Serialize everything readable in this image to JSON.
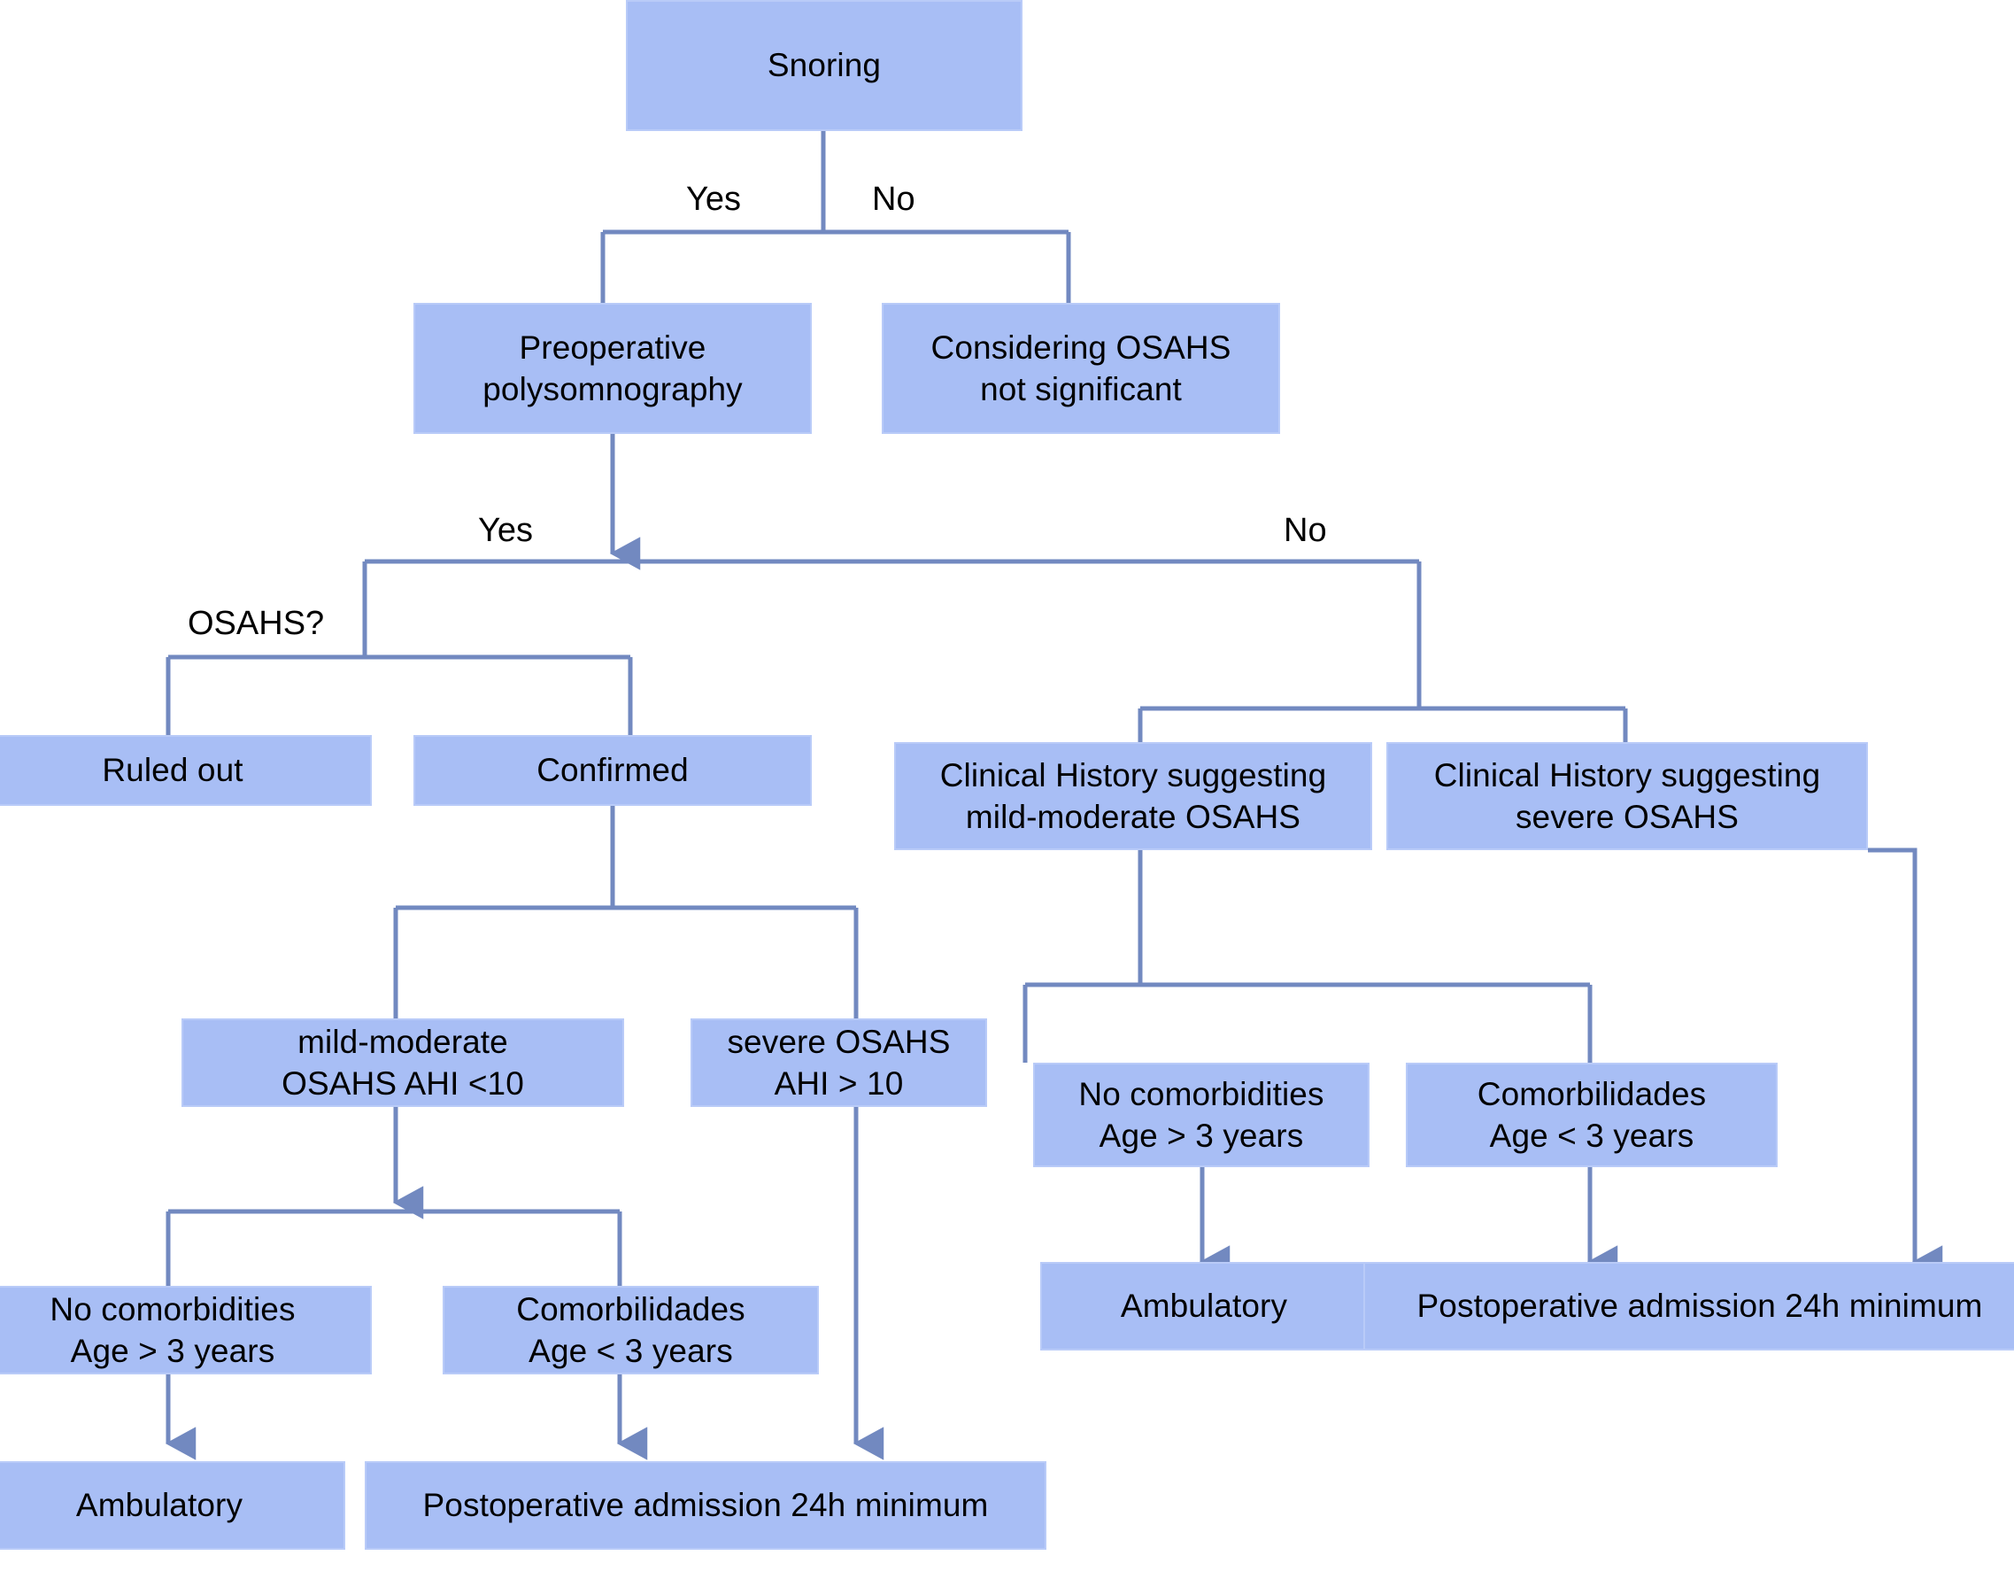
{
  "diagram": {
    "title": "OSAHS preoperative decision flowchart",
    "colors": {
      "node_fill": "#a8bef5",
      "node_border": "#b9cbf8",
      "edge_line": "#7289c0",
      "text": "#000000",
      "background": "#ffffff"
    },
    "nodes": [
      {
        "id": "snoring",
        "label": "Snoring"
      },
      {
        "id": "preop_psg",
        "label": "Preoperative\npolysomnography"
      },
      {
        "id": "not_significant",
        "label": "Considering OSAHS\nnot significant"
      },
      {
        "id": "ruled_out",
        "label": "Ruled out"
      },
      {
        "id": "confirmed",
        "label": "Confirmed"
      },
      {
        "id": "ch_mild_moderate",
        "label": "Clinical History suggesting\nmild-moderate OSAHS"
      },
      {
        "id": "ch_severe",
        "label": "Clinical History suggesting\nsevere OSAHS"
      },
      {
        "id": "mild_moderate_ahi",
        "label": "mild-moderate\nOSAHS AHI <10"
      },
      {
        "id": "severe_ahi",
        "label": "severe OSAHS\nAHI > 10"
      },
      {
        "id": "no_comorb_right",
        "label": "No comorbidities\nAge > 3 years"
      },
      {
        "id": "comorb_right",
        "label": "Comorbilidades\nAge < 3 years"
      },
      {
        "id": "no_comorb_left",
        "label": "No comorbidities\nAge > 3 years"
      },
      {
        "id": "comorb_left",
        "label": "Comorbilidades\nAge < 3 years"
      },
      {
        "id": "ambulatory_left",
        "label": "Ambulatory"
      },
      {
        "id": "postop_left",
        "label": "Postoperative admission 24h minimum"
      },
      {
        "id": "ambulatory_right",
        "label": "Ambulatory"
      },
      {
        "id": "postop_right",
        "label": "Postoperative admission 24h minimum"
      }
    ],
    "edge_labels": [
      {
        "id": "snoring_yes",
        "text": "Yes"
      },
      {
        "id": "snoring_no",
        "text": "No"
      },
      {
        "id": "psg_yes",
        "text": "Yes"
      },
      {
        "id": "psg_no",
        "text": "No"
      },
      {
        "id": "osahs_question",
        "text": "OSAHS?"
      }
    ]
  },
  "chart_data": {
    "type": "table",
    "title": "OSAHS preoperative decision flowchart",
    "flow": [
      {
        "from": "Snoring",
        "to": "Preoperative polysomnography",
        "label": "Yes"
      },
      {
        "from": "Snoring",
        "to": "Considering OSAHS not significant",
        "label": "No"
      },
      {
        "from": "Preoperative polysomnography",
        "to": "OSAHS?",
        "label": "Yes"
      },
      {
        "from": "Preoperative polysomnography",
        "to": "Clinical History branch",
        "label": "No"
      },
      {
        "from": "OSAHS?",
        "to": "Ruled out",
        "label": ""
      },
      {
        "from": "OSAHS?",
        "to": "Confirmed",
        "label": ""
      },
      {
        "from": "Confirmed",
        "to": "mild-moderate OSAHS AHI <10",
        "label": ""
      },
      {
        "from": "Confirmed",
        "to": "severe OSAHS AHI > 10",
        "label": ""
      },
      {
        "from": "mild-moderate OSAHS AHI <10",
        "to": "No comorbidities Age > 3 years",
        "label": ""
      },
      {
        "from": "mild-moderate OSAHS AHI <10",
        "to": "Comorbilidades Age < 3 years",
        "label": ""
      },
      {
        "from": "No comorbidities Age > 3 years",
        "to": "Ambulatory",
        "label": ""
      },
      {
        "from": "Comorbilidades Age < 3 years",
        "to": "Postoperative admission 24h minimum",
        "label": ""
      },
      {
        "from": "severe OSAHS AHI > 10",
        "to": "Postoperative admission 24h minimum",
        "label": ""
      },
      {
        "from": "Clinical History branch",
        "to": "Clinical History suggesting mild-moderate OSAHS",
        "label": ""
      },
      {
        "from": "Clinical History branch",
        "to": "Clinical History suggesting severe OSAHS",
        "label": ""
      },
      {
        "from": "Clinical History suggesting mild-moderate OSAHS",
        "to": "No comorbidities Age > 3 years",
        "label": ""
      },
      {
        "from": "Clinical History suggesting mild-moderate OSAHS",
        "to": "Comorbilidades Age < 3 years",
        "label": ""
      },
      {
        "from": "No comorbidities Age > 3 years",
        "to": "Ambulatory",
        "label": ""
      },
      {
        "from": "Comorbilidades Age < 3 years",
        "to": "Postoperative admission 24h minimum",
        "label": ""
      },
      {
        "from": "Clinical History suggesting severe OSAHS",
        "to": "Postoperative admission 24h minimum",
        "label": ""
      }
    ]
  }
}
